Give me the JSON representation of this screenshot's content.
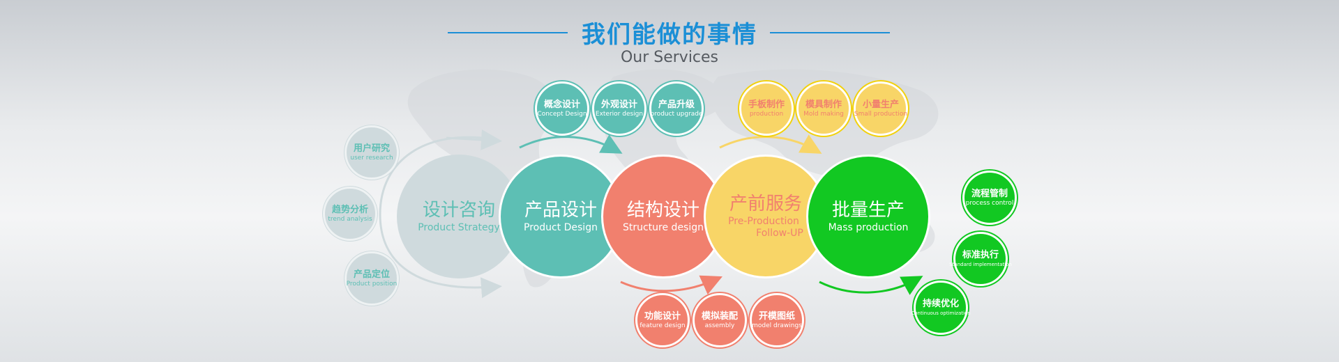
{
  "header": {
    "title": "我们能做的事情",
    "subtitle": "Our Services"
  },
  "colors": {
    "accent": "#1b8fd6",
    "gray": "#cfdadd",
    "teal": "#5dbfb4",
    "coral": "#f1806e",
    "yellow": "#f8d567",
    "green": "#12c822"
  },
  "stages": [
    {
      "cn": "设计咨询",
      "en": "Product Strategy",
      "color": "gray"
    },
    {
      "cn": "产品设计",
      "en": "Product Design",
      "color": "teal"
    },
    {
      "cn": "结构设计",
      "en": "Structure design",
      "color": "coral"
    },
    {
      "cn": "产前服务",
      "en_line1": "Pre-Production",
      "en_line2": "Follow-UP",
      "color": "yellow"
    },
    {
      "cn": "批量生产",
      "en": "Mass production",
      "color": "green"
    }
  ],
  "research_items": [
    {
      "cn": "用户研究",
      "en": "user research"
    },
    {
      "cn": "趋势分析",
      "en": "trend analysis"
    },
    {
      "cn": "产品定位",
      "en": "Product position"
    }
  ],
  "design_items": [
    {
      "cn": "概念设计",
      "en": "Concept Design"
    },
    {
      "cn": "外观设计",
      "en": "Exterior design"
    },
    {
      "cn": "产品升级",
      "en": "product upgrade"
    }
  ],
  "structure_items": [
    {
      "cn": "功能设计",
      "en": "feature design"
    },
    {
      "cn": "模拟装配",
      "en": "assembly"
    },
    {
      "cn": "开模图纸",
      "en": "model drawings"
    }
  ],
  "preproduction_items": [
    {
      "cn": "手板制作",
      "en": "production"
    },
    {
      "cn": "模具制作",
      "en": "Mold making"
    },
    {
      "cn": "小量生产",
      "en": "Small production"
    }
  ],
  "mass_items": [
    {
      "cn": "流程管制",
      "en": "process control"
    },
    {
      "cn": "标准执行",
      "en": "Standard implementation"
    },
    {
      "cn": "持续优化",
      "en": "Continuous optimization"
    }
  ]
}
